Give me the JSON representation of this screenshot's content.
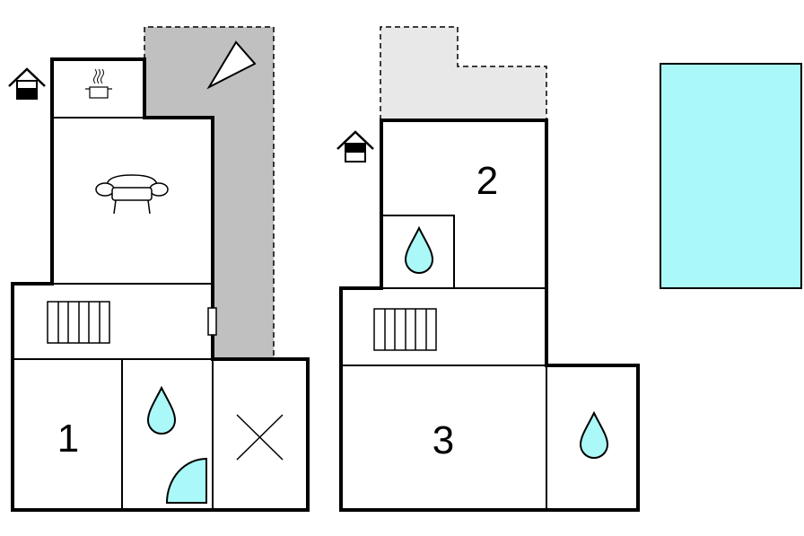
{
  "floor_plan": {
    "ground_floor": {
      "rooms": [
        {
          "label": "1"
        }
      ],
      "icons": [
        "entrance-icon",
        "kitchen-pot-icon",
        "sofa-icon",
        "radiator-icon",
        "water-drop-icon",
        "shower-icon",
        "cross-icon",
        "terrace-arrow-icon",
        "window-icon"
      ]
    },
    "upper_floor": {
      "rooms": [
        {
          "label": "2"
        },
        {
          "label": "3"
        }
      ],
      "icons": [
        "entrance-icon",
        "water-drop-icon",
        "radiator-icon",
        "water-drop-icon"
      ]
    },
    "colors": {
      "terrace_dark": "#c0c0c0",
      "terrace_light": "#e8e8e8",
      "water": "#aaf8f8",
      "wall": "#000000"
    }
  }
}
